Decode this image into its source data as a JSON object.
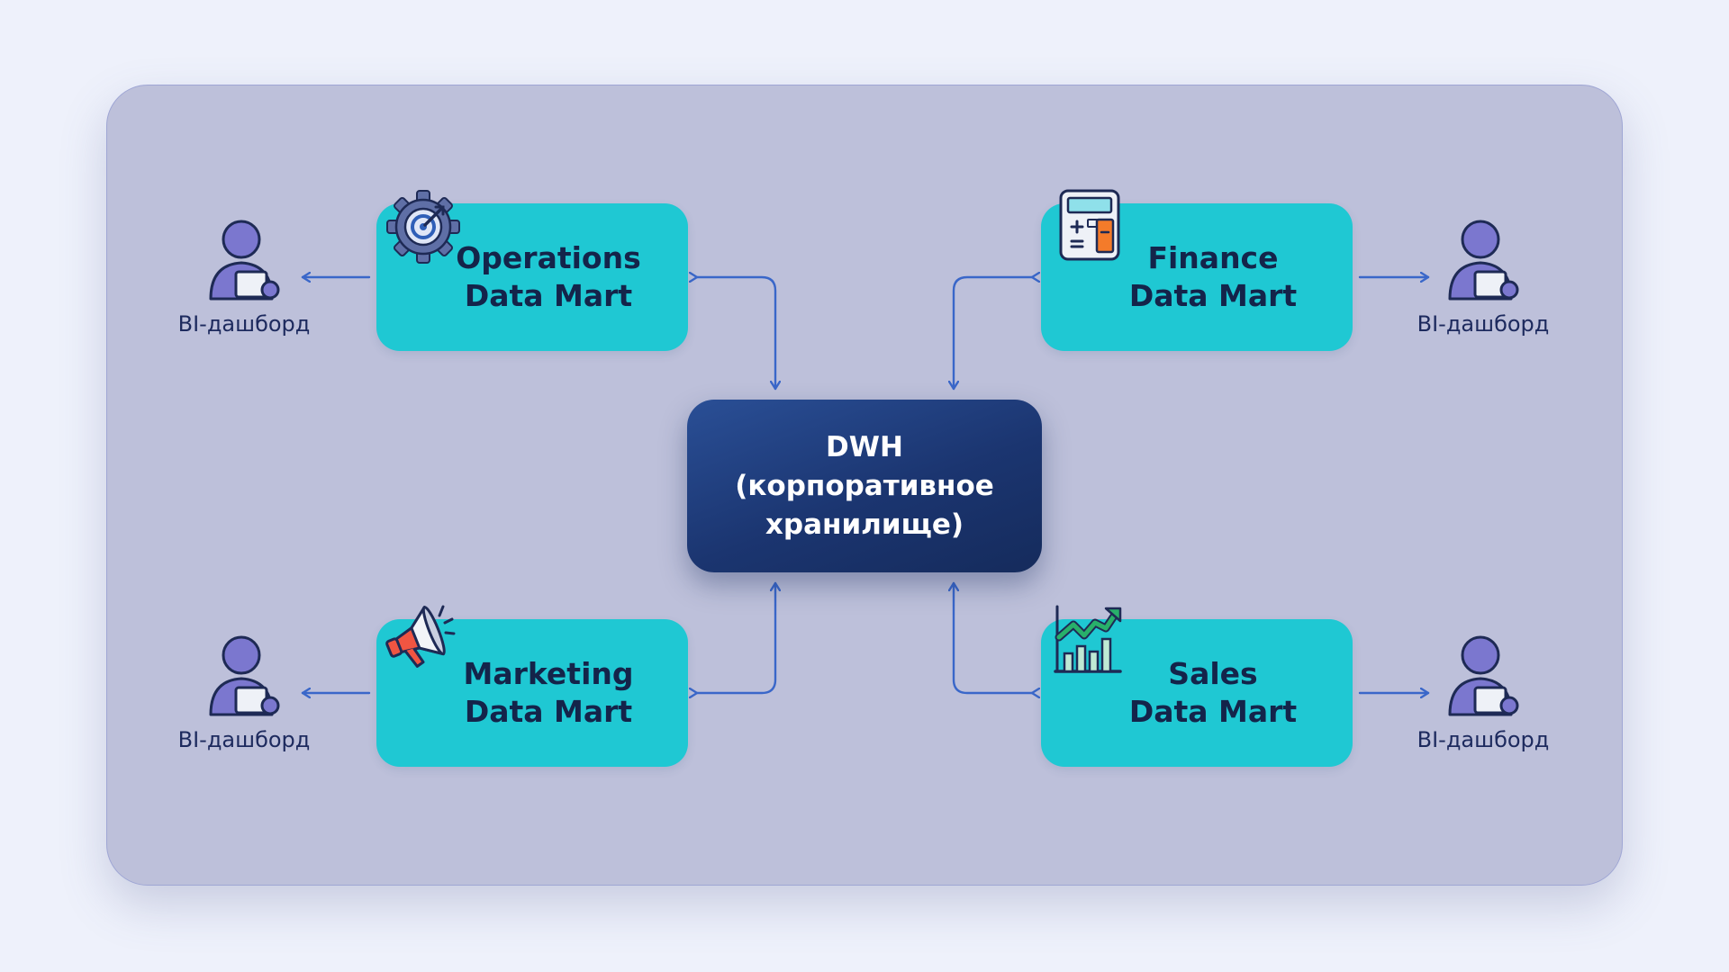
{
  "center": {
    "line1": "DWH",
    "line2": "(корпоративное",
    "line3": "хранилище)"
  },
  "marts": {
    "operations": {
      "line1": "Operations",
      "line2": "Data Mart",
      "icon": "gear-target-icon"
    },
    "finance": {
      "line1": "Finance",
      "line2": "Data Mart",
      "icon": "calculator-icon"
    },
    "marketing": {
      "line1": "Marketing",
      "line2": "Data Mart",
      "icon": "megaphone-icon"
    },
    "sales": {
      "line1": "Sales",
      "line2": "Data Mart",
      "icon": "growth-chart-icon"
    }
  },
  "consumers": {
    "top_left": {
      "label": "BI-дашборд",
      "icon": "user-with-report-icon"
    },
    "top_right": {
      "label": "BI-дашборд",
      "icon": "user-with-report-icon"
    },
    "bottom_left": {
      "label": "BI-дашборд",
      "icon": "user-with-report-icon"
    },
    "bottom_right": {
      "label": "BI-дашборд",
      "icon": "user-with-report-icon"
    }
  },
  "colors": {
    "background": "#eef1fb",
    "panel": "#bdc0da",
    "mart_fill": "#1fc8d3",
    "dwh_fill": "#1b3570",
    "connector": "#3a67c9",
    "user_icon": "#7b77cf"
  }
}
